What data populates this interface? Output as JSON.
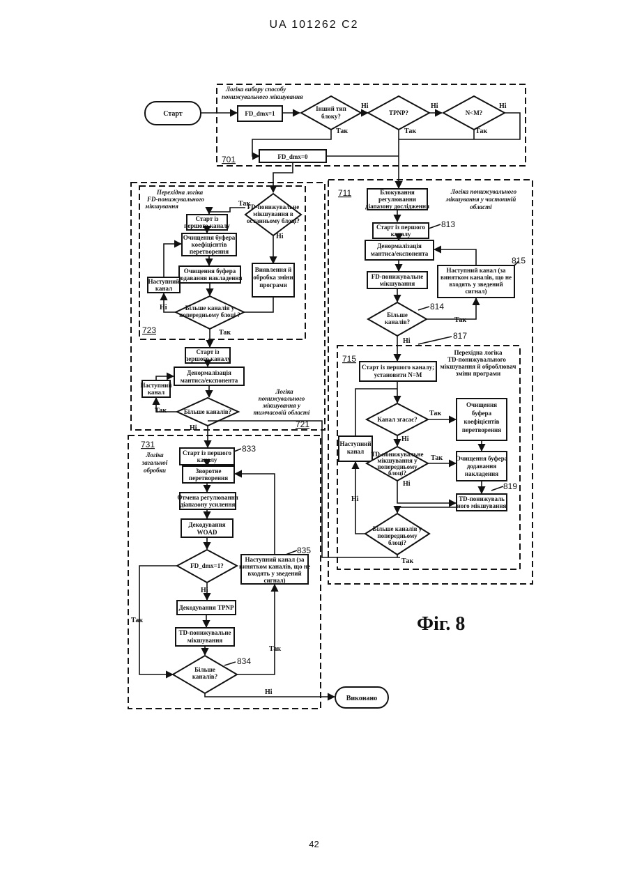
{
  "header": "UA   101262   C2",
  "page_number": "42",
  "figure": "Фіг. 8",
  "regions": {
    "r701": {
      "title": [
        "Логіка вибору способу",
        "понижувального мікшування"
      ],
      "ref": "701"
    },
    "r723": {
      "title": [
        "Перехідна логіка",
        "FD-понижувального",
        "мікшування"
      ],
      "ref": "723"
    },
    "r711": {
      "title": [
        "Логіка понижувального",
        "мікшування у частотній",
        "області"
      ],
      "ref": "711"
    },
    "r715": {
      "title": [
        "Перехідна логіка",
        "TD-понижувального",
        "мікшування й оброблювач",
        "зміни програми"
      ],
      "ref": "715"
    },
    "r721": {
      "title": [
        "Логіка",
        "понижувального",
        "мікшування у",
        "тимчасовій області"
      ],
      "ref": "721"
    },
    "r731": {
      "title": [
        "Логіка",
        "загальної",
        "обробки"
      ],
      "ref": "731"
    }
  },
  "nodes": {
    "start": "Старт",
    "fd1": "FD_dmx=1",
    "q_block": [
      "Інший тип",
      "блоку?"
    ],
    "q_tpnp": "TPNP?",
    "q_nm": "N<M?",
    "fd0": "FD_dmx=0",
    "q_fdlast": [
      "FD-понижувальне",
      "мікшування в",
      "останньому блоці?"
    ],
    "s723": [
      "Старт із",
      "першого каналу"
    ],
    "clr_coef": [
      "Очищення буфера",
      "коефіцієнтів",
      "перетворення"
    ],
    "clr_add": [
      "Очищення буфера",
      "додавання накладення"
    ],
    "next723": [
      "Наступний",
      "канал"
    ],
    "q723": [
      "Більше каналів у",
      "попередньому блоці ?"
    ],
    "detect": [
      "Виявлення й",
      "обробка зміни",
      "програми"
    ],
    "s721": [
      "Старт із",
      "першого каналу"
    ],
    "denorm721": [
      "Денормалізація",
      "мантиса/експонента"
    ],
    "next721": [
      "Наступний",
      "канал"
    ],
    "q721": "Більше каналів?",
    "block711": [
      "Блокування",
      "регулювання",
      "діапазону дослідження"
    ],
    "s813": [
      "Старт із першого",
      "каналу"
    ],
    "denorm813": [
      "Денормалізація",
      "мантиса/експонента"
    ],
    "fdmix": [
      "FD-понижувальне",
      "мікшування"
    ],
    "next815": [
      "Наступний канал (за",
      "винятком каналів, що не",
      "входять у зведений",
      "сигнал)"
    ],
    "q814": [
      "Більше",
      "каналів?"
    ],
    "s715": [
      "Старт із першого каналу;",
      "установити N=M"
    ],
    "q_fade": "Канал згасає?",
    "clr715a": [
      "Очищення",
      "буфера",
      "коефіцієнтів",
      "перетворення"
    ],
    "next715": [
      "Наступний",
      "канал"
    ],
    "q_td": [
      "TD-понижувальне",
      "мікшування у",
      "попередньому",
      "блоці?"
    ],
    "clr715b": [
      "Очищення буфера",
      "додавання",
      "накладення"
    ],
    "tdmix819": [
      "TD-понижуваль",
      "ного мікшування"
    ],
    "q715": [
      "Більше каналів у",
      "попередньому",
      "блоці?"
    ],
    "s833": [
      "Старт із першого",
      "каналу"
    ],
    "inverse": [
      "Зворотне",
      "перетворення"
    ],
    "cancel": [
      "Отмена регулювання",
      "діапазону усилення"
    ],
    "woad": [
      "Декодування",
      "WOAD"
    ],
    "q_fddmx": "FD_dmx=1?",
    "next835": [
      "Наступний канал (за",
      "винятком каналів, що не",
      "входять у зведений",
      "сигнал)"
    ],
    "tpnp_dec": "Декодування TPNP",
    "tdmix": [
      "TD-понижувальне",
      "мікшування"
    ],
    "q834": [
      "Більше",
      "каналів?"
    ],
    "done": "Виконано"
  },
  "labels": {
    "yes": "Так",
    "no": "Ні"
  },
  "refs": {
    "n813": "813",
    "n815": "815",
    "n814": "814",
    "n817": "817",
    "n819": "819",
    "n833": "833",
    "n835": "835",
    "n834": "834"
  }
}
